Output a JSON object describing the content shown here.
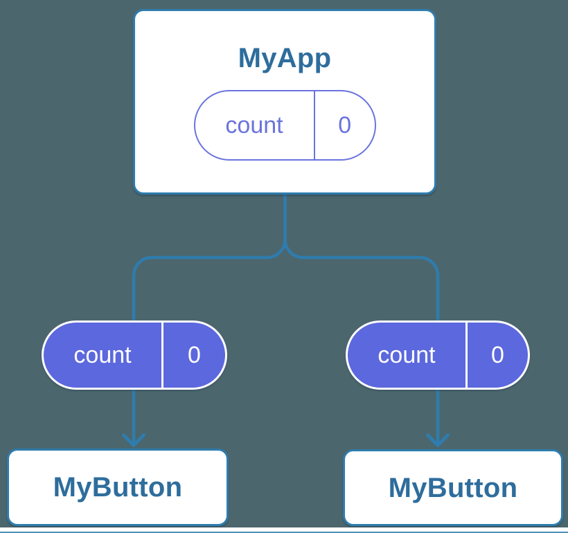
{
  "diagram": {
    "root": {
      "title": "MyApp",
      "state": {
        "name": "count",
        "value": "0"
      }
    },
    "children": [
      {
        "title": "MyButton",
        "state": {
          "name": "count",
          "value": "0"
        }
      },
      {
        "title": "MyButton",
        "state": {
          "name": "count",
          "value": "0"
        }
      }
    ]
  },
  "colors": {
    "background": "#4C666D",
    "connector": "#2F7CAD",
    "card-border": "#2F7CAD",
    "card-bg": "#FFFFFF",
    "title-text": "#2E6D9C",
    "pill-fill": "#5C68DD",
    "pill-outline": "#6A73DE",
    "pill-text-light": "#FFFFFF"
  }
}
